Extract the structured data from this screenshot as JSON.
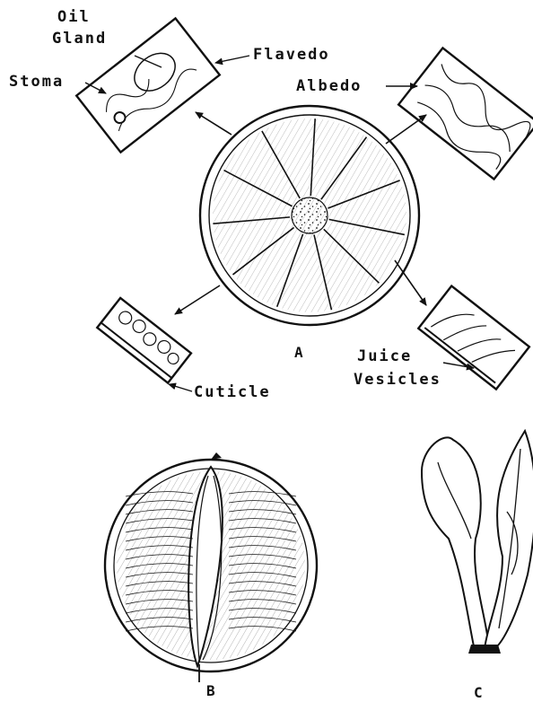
{
  "figure": {
    "parts": [
      {
        "id": "A",
        "caption": "A"
      },
      {
        "id": "B",
        "caption": "B"
      },
      {
        "id": "C",
        "caption": "C"
      }
    ],
    "labels": {
      "oil_gland_line1": "Oil",
      "oil_gland_line2": "Gland",
      "flavedo": "Flavedo",
      "stoma": "Stoma",
      "albedo": "Albedo",
      "cuticle": "Cuticle",
      "juice_line1": "Juice",
      "juice_line2": "Vesicles"
    },
    "style": {
      "ink_color": "#111111",
      "background": "#ffffff"
    }
  }
}
